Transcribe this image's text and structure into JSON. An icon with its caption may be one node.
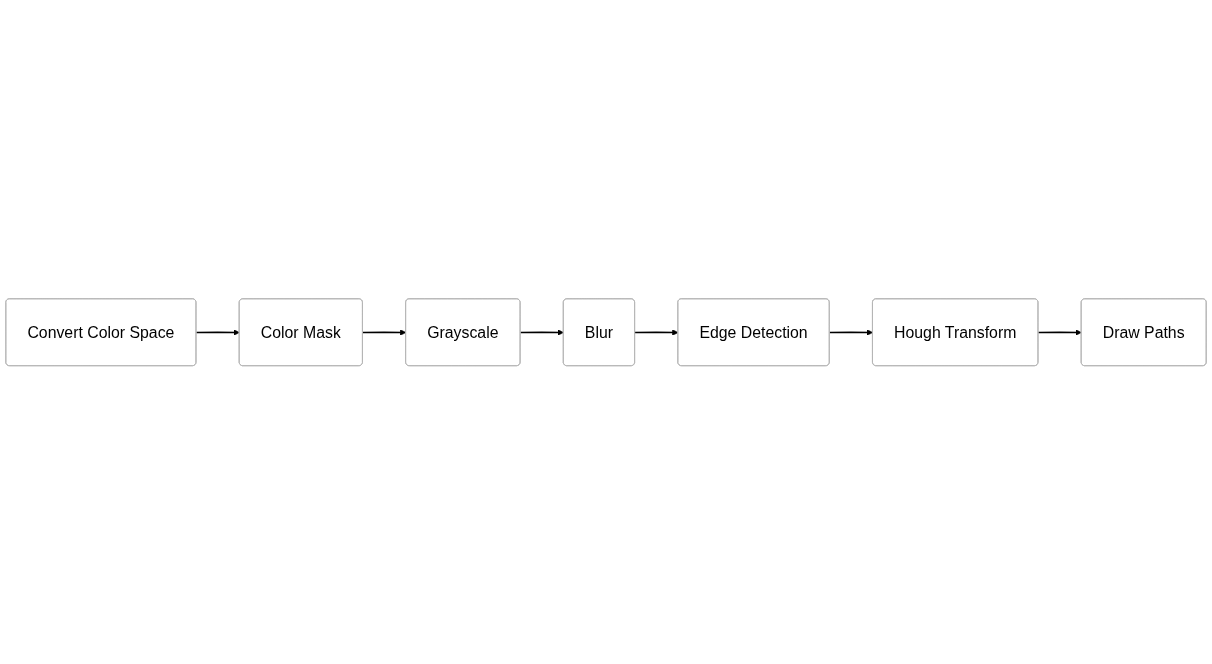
{
  "diagram": {
    "nodes": [
      {
        "text": [
          "Convert Color Space"
        ]
      },
      {
        "text": [
          "Color Mask"
        ]
      },
      {
        "text": [
          "Grayscale"
        ]
      },
      {
        "text": [
          "Blur"
        ]
      },
      {
        "text": [
          "Edge Detection"
        ]
      },
      {
        "text": [
          "Hough Transform"
        ]
      },
      {
        "text": [
          "Draw Paths"
        ]
      }
    ],
    "edges": [
      {
        "from": 0,
        "to": 1,
        "arrow": "to"
      },
      {
        "from": 1,
        "to": 2,
        "arrow": "to"
      },
      {
        "from": 2,
        "to": 3,
        "arrow": "to"
      },
      {
        "from": 3,
        "to": 4,
        "arrow": "to"
      },
      {
        "from": 4,
        "to": 5,
        "arrow": "to"
      },
      {
        "from": 5,
        "to": 6,
        "arrow": "to"
      }
    ]
  }
}
